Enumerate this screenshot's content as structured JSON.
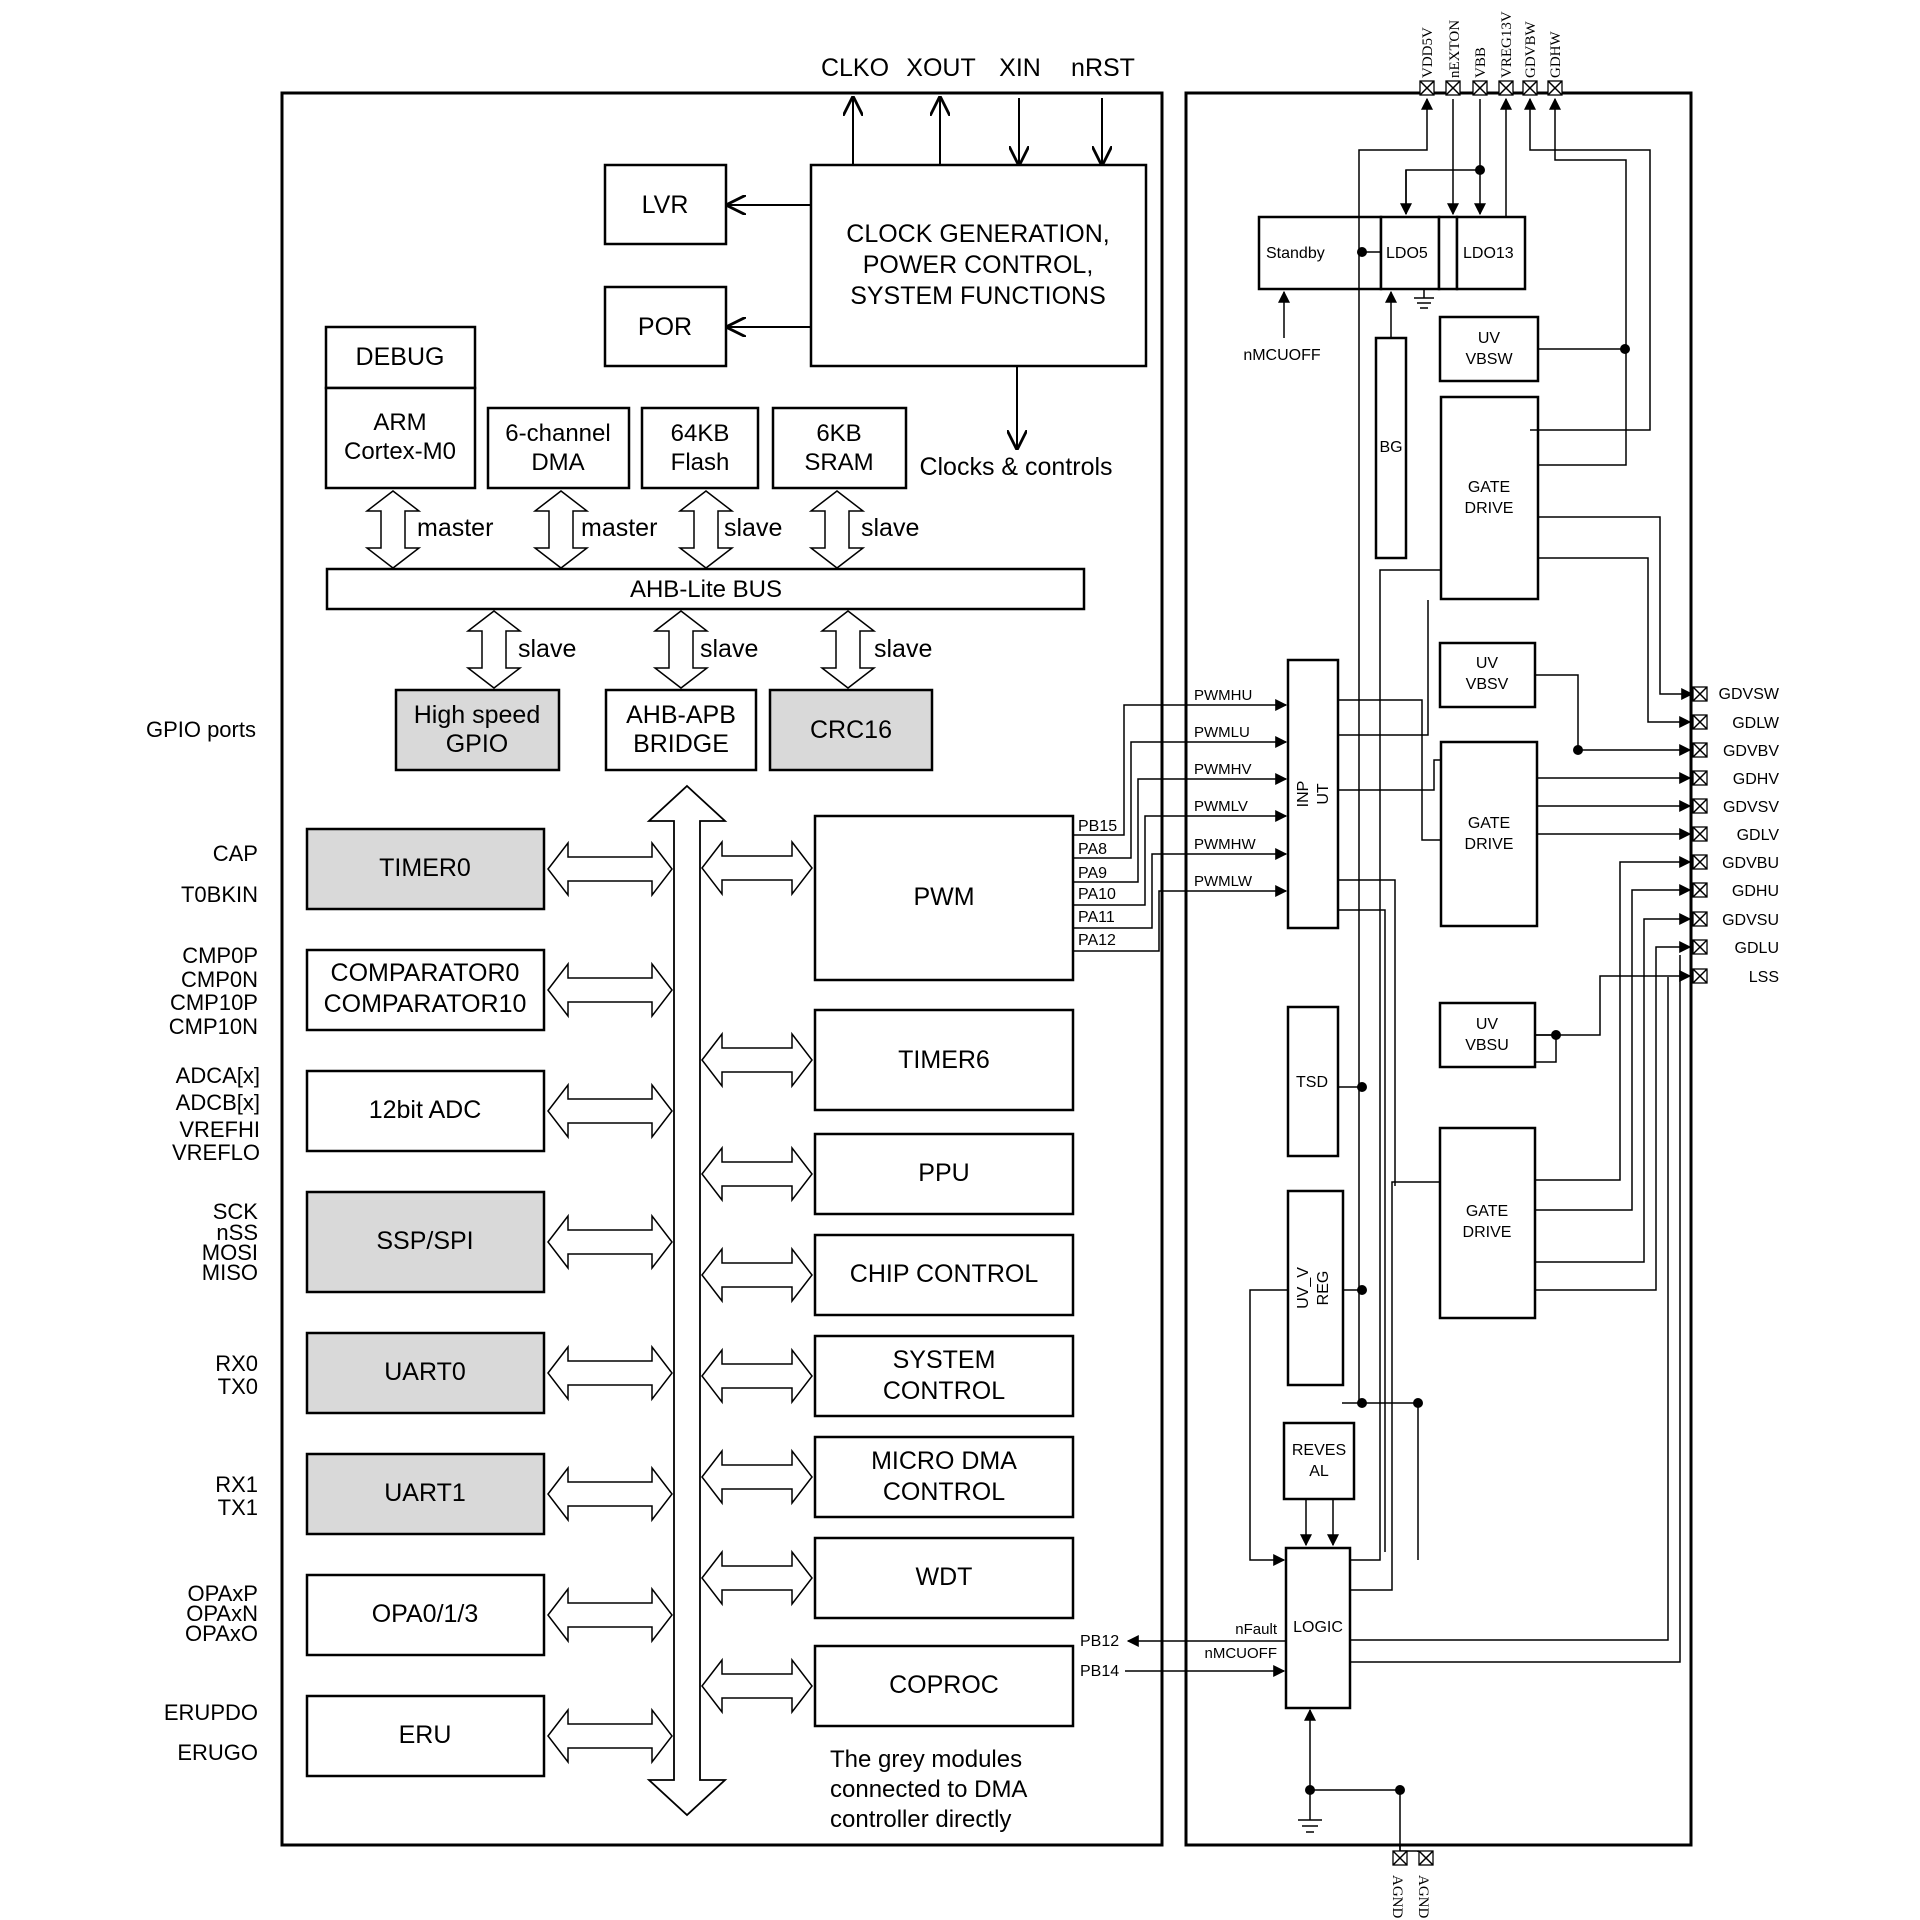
{
  "top_signals": [
    "CLKO",
    "XOUT",
    "XIN",
    "nRST"
  ],
  "blocks": {
    "lvr": "LVR",
    "por": "POR",
    "clockgen": [
      "CLOCK GENERATION,",
      "POWER CONTROL,",
      "SYSTEM FUNCTIONS"
    ],
    "debug": "DEBUG",
    "arm": [
      "ARM",
      "Cortex-M0"
    ],
    "dma": [
      "6-channel",
      "DMA"
    ],
    "flash": [
      "64KB",
      "Flash"
    ],
    "sram": [
      "6KB",
      "SRAM"
    ],
    "clocks_controls": "Clocks & controls",
    "ahb_bus": "AHB-Lite BUS",
    "hs_gpio": [
      "High speed",
      "GPIO"
    ],
    "ahb_apb": [
      "AHB-APB",
      "BRIDGE"
    ],
    "crc16": "CRC16",
    "timer0": "TIMER0",
    "comparator": [
      "COMPARATOR0",
      "COMPARATOR10"
    ],
    "adc": "12bit ADC",
    "ssp": "SSP/SPI",
    "uart0": "UART0",
    "uart1": "UART1",
    "opa": "OPA0/1/3",
    "eru": "ERU",
    "pwm": "PWM",
    "timer6": "TIMER6",
    "ppu": "PPU",
    "chip_control": "CHIP CONTROL",
    "system_control": [
      "SYSTEM",
      "CONTROL"
    ],
    "micro_dma": [
      "MICRO DMA",
      "CONTROL"
    ],
    "wdt": "WDT",
    "coproc": "COPROC",
    "note": [
      "The grey modules",
      "connected to DMA",
      "controller directly"
    ]
  },
  "bus_labels": {
    "master1": "master",
    "master2": "master",
    "slave1": "slave",
    "slave2": "slave",
    "slave3": "slave",
    "slave4": "slave",
    "slave5": "slave"
  },
  "left_pins": {
    "gpio": "GPIO ports",
    "timer0": [
      "CAP",
      "T0BKIN"
    ],
    "comparator": [
      "CMP0P",
      "CMP0N",
      "CMP10P",
      "CMP10N"
    ],
    "adc": [
      "ADCA[x]",
      "ADCB[x]",
      "VREFHI",
      "VREFLO"
    ],
    "ssp": [
      "SCK",
      "nSS",
      "MOSI",
      "MISO"
    ],
    "uart0": [
      "RX0",
      "TX0"
    ],
    "uart1": [
      "RX1",
      "TX1"
    ],
    "opa": [
      "OPAxP",
      "OPAxN",
      "OPAxO"
    ],
    "eru": [
      "ERUPDO",
      "ERUGO"
    ]
  },
  "pwm_pins": [
    "PB15",
    "PA8",
    "PA9",
    "PA10",
    "PA11",
    "PA12"
  ],
  "pwm_signals": [
    "PWMHU",
    "PWMLU",
    "PWMHV",
    "PWMLV",
    "PWMHW",
    "PWMLW"
  ],
  "analog": {
    "standby": "Standby",
    "ldo5": "LDO5",
    "ldo13": "LDO13",
    "nmcuoff": "nMCUOFF",
    "bg": "BG",
    "uv_vbsw": [
      "UV",
      "VBSW"
    ],
    "uv_vbsv": [
      "UV",
      "VBSV"
    ],
    "uv_vbsu": [
      "UV",
      "VBSU"
    ],
    "gate_drive": [
      "GATE",
      "DRIVE"
    ],
    "input": [
      "INP",
      "UT"
    ],
    "tsd": "TSD",
    "uv_vreg": [
      "UV_V",
      "REG"
    ],
    "reversal": [
      "REVES",
      "AL"
    ],
    "logic": "LOGIC",
    "nfault": "nFault",
    "nmcuoff2": "nMCUOFF",
    "pb12": "PB12",
    "pb14": "PB14"
  },
  "top_pins": [
    "VDD5V",
    "nEXTON",
    "VBB",
    "VREG13V",
    "GDVBW",
    "GDHW"
  ],
  "right_pins": [
    "GDVSW",
    "GDLW",
    "GDVBV",
    "GDHV",
    "GDVSV",
    "GDLV",
    "GDVBU",
    "GDHU",
    "GDVSU",
    "GDLU",
    "LSS"
  ],
  "bottom_pins": [
    "AGND",
    "AGND"
  ]
}
